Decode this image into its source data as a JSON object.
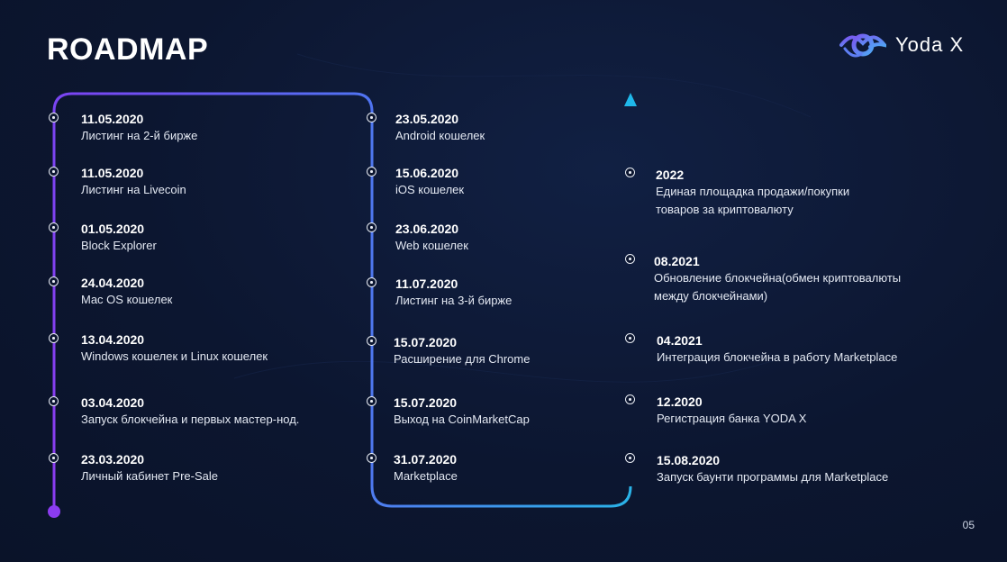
{
  "title": "ROADMAP",
  "logo": {
    "text": "Yoda X",
    "icon": "yoda-x-logo-icon"
  },
  "page_number": "05",
  "colors": {
    "background": "#0c1630",
    "purple": "#8a3cf0",
    "blue": "#4f78f0",
    "cyan": "#2ab3e8"
  },
  "columns": [
    {
      "items": [
        {
          "date": "11.05.2020",
          "desc": "Листинг на 2-й бирже"
        },
        {
          "date": "11.05.2020",
          "desc": "Листинг на Livecoin"
        },
        {
          "date": "01.05.2020",
          "desc": "Block Explorer"
        },
        {
          "date": "24.04.2020",
          "desc": "Mac OS кошелек"
        },
        {
          "date": "13.04.2020",
          "desc": "Windows кошелек и Linux кошелек"
        },
        {
          "date": "03.04.2020",
          "desc": "Запуск блокчейна и первых мастер-нод."
        },
        {
          "date": "23.03.2020",
          "desc": "Личный кабинет Pre-Sale"
        }
      ]
    },
    {
      "items": [
        {
          "date": "23.05.2020",
          "desc": "Android кошелек"
        },
        {
          "date": "15.06.2020",
          "desc": "iOS кошелек"
        },
        {
          "date": "23.06.2020",
          "desc": "Web кошелек"
        },
        {
          "date": "11.07.2020",
          "desc": "Листинг на 3-й бирже"
        },
        {
          "date": "15.07.2020",
          "desc": "Расширение для Chrome"
        },
        {
          "date": "15.07.2020",
          "desc": "Выход на CoinMarketCap"
        },
        {
          "date": "31.07.2020",
          "desc": "Marketplace"
        }
      ]
    },
    {
      "items": [
        {
          "date": "2022",
          "desc": "Единая площадка продажи/покупки\nтоваров за криптовалюту"
        },
        {
          "date": "08.2021",
          "desc": "Обновление блокчейна(обмен криптовалюты\nмежду блокчейнами)"
        },
        {
          "date": "04.2021",
          "desc": "Интеграция блокчейна в работу Marketplace"
        },
        {
          "date": "12.2020",
          "desc": "Регистрация банка YODA X"
        },
        {
          "date": "15.08.2020",
          "desc": "Запуск баунти программы для Marketplace"
        }
      ]
    }
  ]
}
